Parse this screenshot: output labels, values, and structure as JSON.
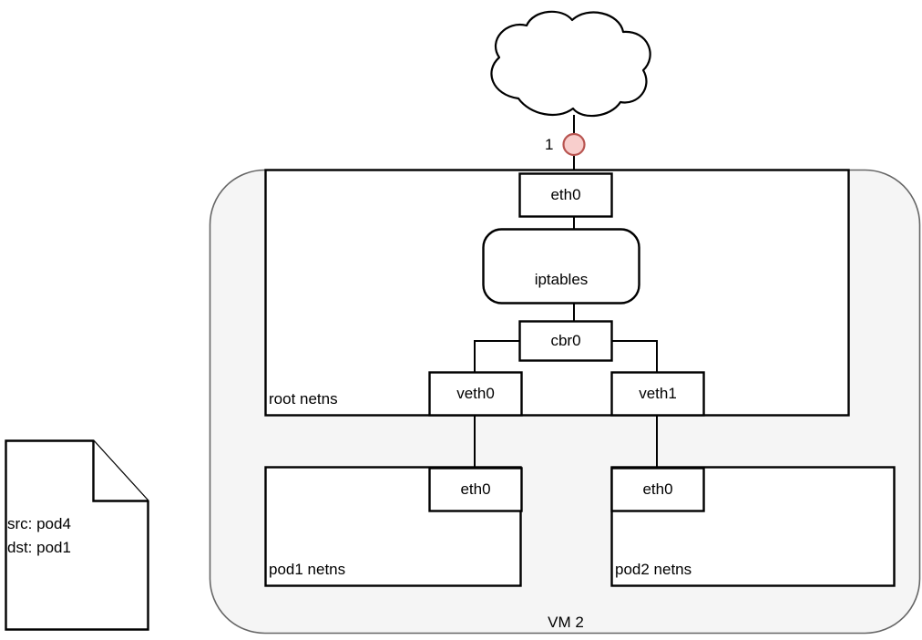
{
  "diagram": {
    "title_label": "VM 2",
    "colors": {
      "stroke": "#000000",
      "container_stroke": "#666666",
      "container_fill": "#f5f5f5",
      "node_fill": "#ffffff",
      "endpoint_fill": "#f8cecc",
      "endpoint_stroke": "#b85450",
      "text": "#000000"
    },
    "cloud": {
      "name": "internet-cloud",
      "label": ""
    },
    "endpoint": {
      "label": "1",
      "name": "endpoint-1"
    },
    "container": {
      "label": "VM 2"
    },
    "namespaces": [
      {
        "id": "root",
        "label": "root netns"
      },
      {
        "id": "pod1",
        "label": "pod1 netns"
      },
      {
        "id": "pod2",
        "label": "pod2 netns"
      }
    ],
    "nodes": [
      {
        "id": "host-eth0",
        "label": "eth0"
      },
      {
        "id": "iptables",
        "label": "iptables"
      },
      {
        "id": "cbr0",
        "label": "cbr0"
      },
      {
        "id": "veth0",
        "label": "veth0"
      },
      {
        "id": "veth1",
        "label": "veth1"
      },
      {
        "id": "pod1-eth0",
        "label": "eth0"
      },
      {
        "id": "pod2-eth0",
        "label": "eth0"
      }
    ],
    "note": {
      "line1": "src: pod4",
      "line2": "dst: pod1"
    }
  }
}
